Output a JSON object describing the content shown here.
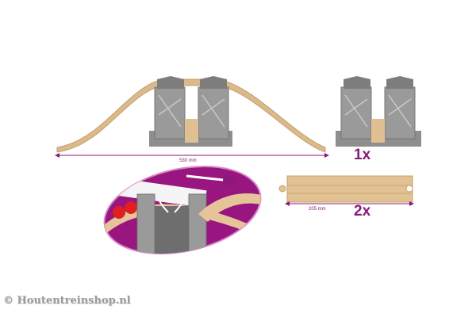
{
  "bridge_set": {
    "length_label": "530 mm"
  },
  "piers": {
    "quantity_label": "1x"
  },
  "straight_track": {
    "length_label": "205 mm",
    "quantity_label": "2x"
  },
  "watermark": "© Houtentreinshop.nl",
  "colors": {
    "accent": "#8a1a7a",
    "wood": "#e2c193",
    "pier_grey": "#8e8e8e",
    "oval_bg": "#99157f"
  }
}
